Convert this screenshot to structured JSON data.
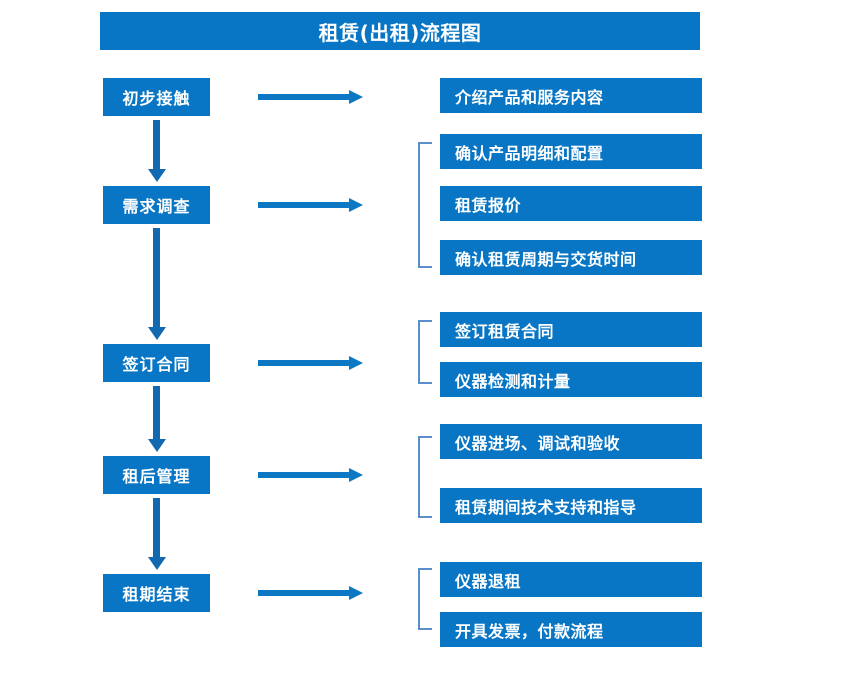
{
  "diagram": {
    "title": "租赁(出租)流程图",
    "accent_color": "#0876C4",
    "arrow_color": "#0C77C3",
    "vertical_arrow_color": "#1269B0",
    "bracket_color": "#5B8FC9",
    "text_color": "#FFFFFF",
    "background_color": "#FFFFFF"
  },
  "stages": [
    {
      "label": "初步接触"
    },
    {
      "label": "需求调查"
    },
    {
      "label": "签订合同"
    },
    {
      "label": "租后管理"
    },
    {
      "label": "租期结束"
    }
  ],
  "details": [
    {
      "stage": "初步接触",
      "has_bracket": false,
      "items": [
        {
          "label": "介绍产品和服务内容"
        }
      ]
    },
    {
      "stage": "需求调查",
      "has_bracket": true,
      "items": [
        {
          "label": "确认产品明细和配置"
        },
        {
          "label": "租赁报价"
        },
        {
          "label": "确认租赁周期与交货时间"
        }
      ]
    },
    {
      "stage": "签订合同",
      "has_bracket": true,
      "items": [
        {
          "label": "签订租赁合同"
        },
        {
          "label": "仪器检测和计量"
        }
      ]
    },
    {
      "stage": "租后管理",
      "has_bracket": true,
      "items": [
        {
          "label": "仪器进场、调试和验收"
        },
        {
          "label": "租赁期间技术支持和指导"
        }
      ]
    },
    {
      "stage": "租期结束",
      "has_bracket": true,
      "items": [
        {
          "label": "仪器退租"
        },
        {
          "label": "开具发票，付款流程"
        }
      ]
    }
  ],
  "connectors": {
    "horizontal_arrow_icon": "arrow-right-icon",
    "vertical_arrow_icon": "arrow-down-icon",
    "bracket_icon": "bracket-connector-icon"
  }
}
